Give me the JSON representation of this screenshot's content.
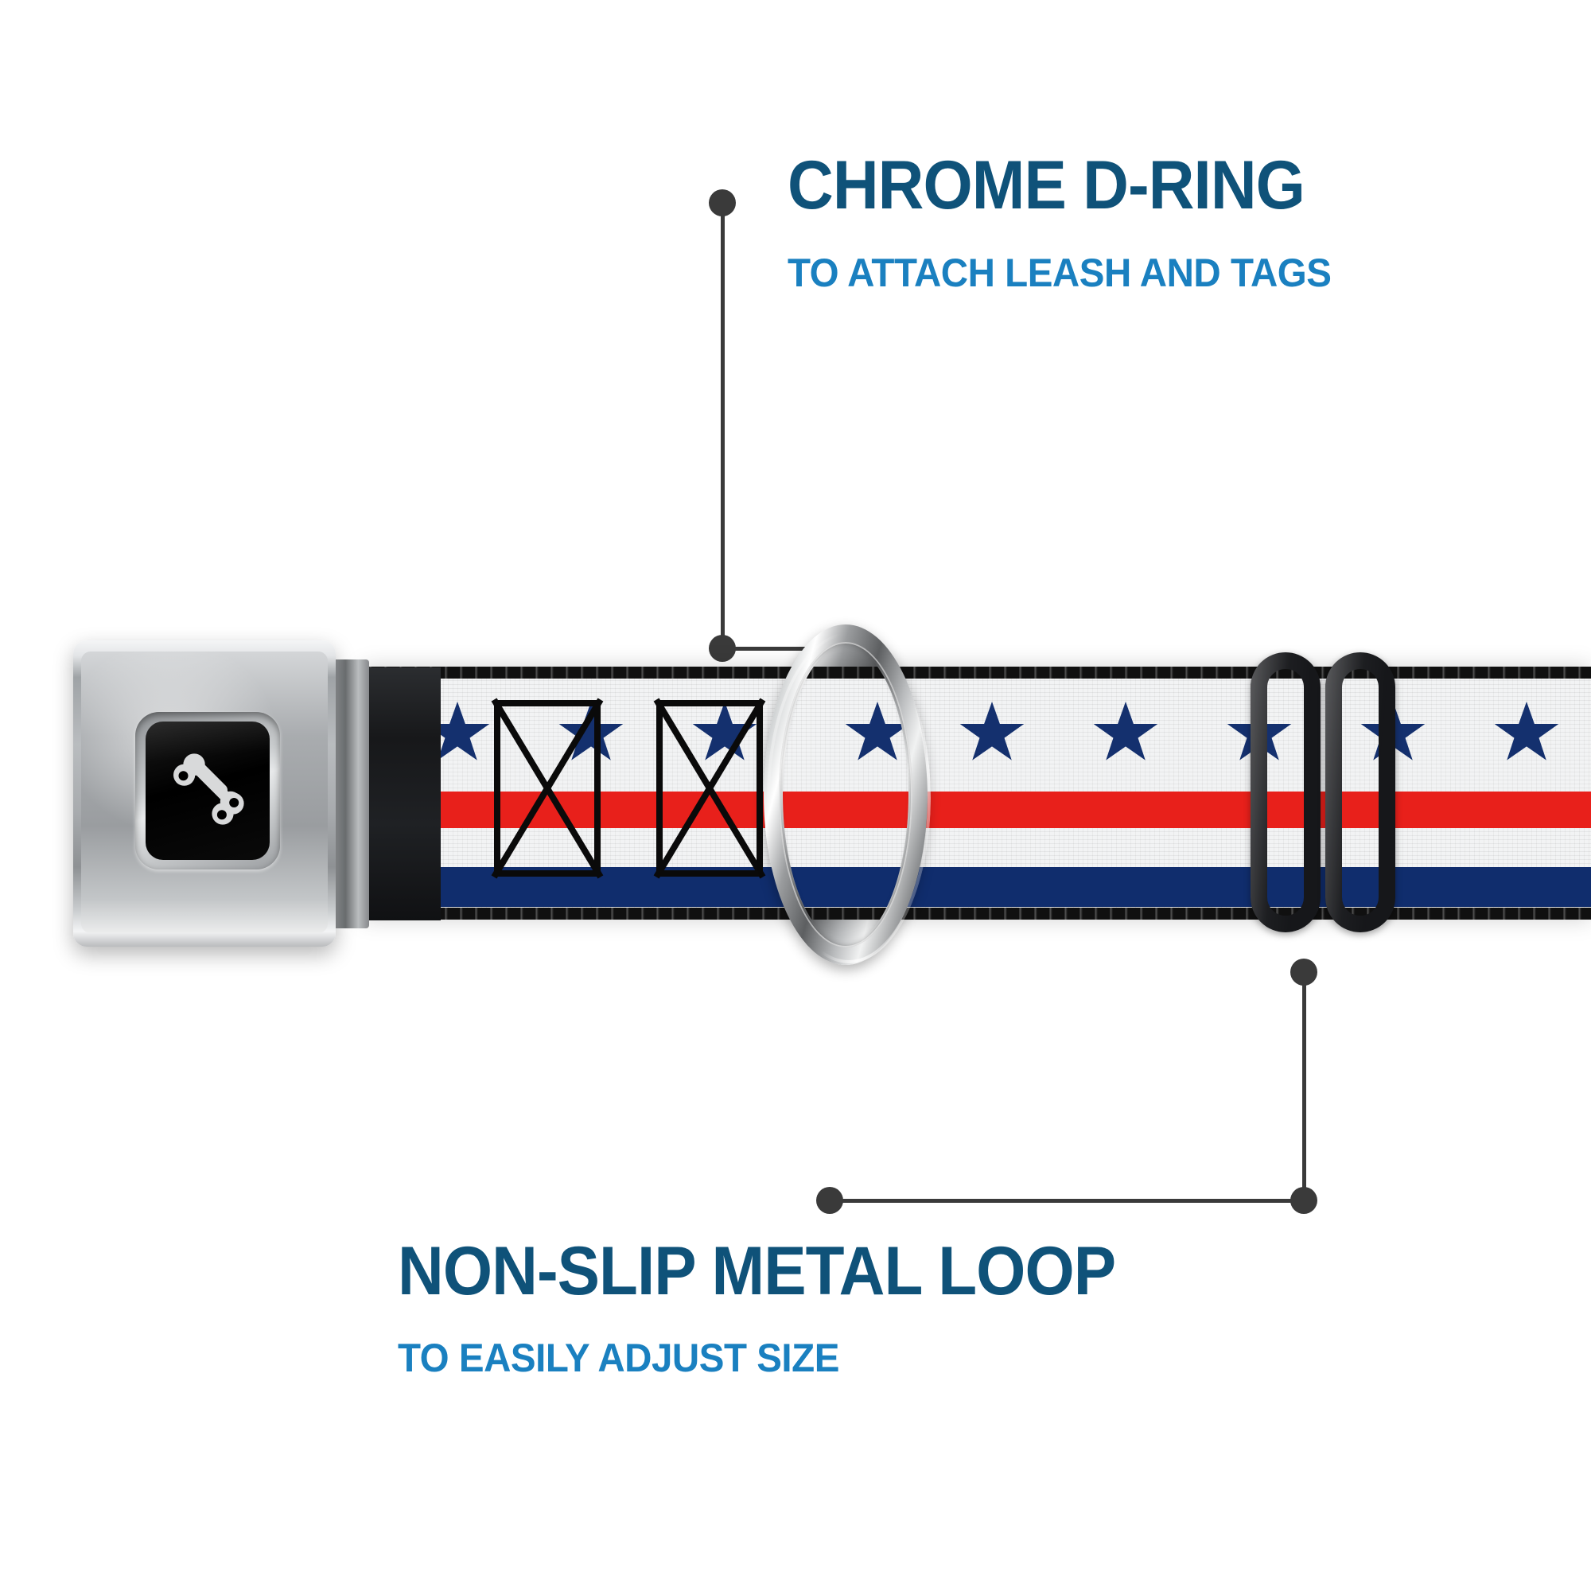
{
  "background_color": "#ffffff",
  "callouts": [
    {
      "id": "chrome-d-ring",
      "title": "CHROME D-RING",
      "subtitle": "TO ATTACH LEASH AND TAGS",
      "title_color": "#0f5279",
      "subtitle_color": "#1a80c0",
      "leader_color": "#3a3a3a",
      "position": "top"
    },
    {
      "id": "non-slip-metal-loop",
      "title": "NON-SLIP METAL LOOP",
      "subtitle": "TO EASILY ADJUST SIZE",
      "title_color": "#0f5279",
      "subtitle_color": "#1a80c0",
      "leader_color": "#3a3a3a",
      "position": "bottom"
    }
  ],
  "product": {
    "type": "seatbelt-buckle-dog-collar",
    "buckle": {
      "style": "chrome-seatbelt-buckle",
      "face_color": "#a9acaf",
      "screen_color": "#000000",
      "logo": "dog-bone-icon",
      "logo_color": "#d8d9da"
    },
    "strap": {
      "webbing_color": "#f2f3f4",
      "edge_stitch_color": "#101010",
      "star_color": "#14306e",
      "star_count": 9,
      "red_stripe_color": "#e8201b",
      "navy_stripe_color": "#102d6d",
      "box_stitch_color": "#0a0a0a",
      "box_stitch_count": 2
    },
    "d_ring": {
      "finish": "chrome",
      "color": "#c9cccd"
    },
    "slider_loop": {
      "finish": "black-metal",
      "color": "#16171a",
      "bar_count": 2
    }
  }
}
